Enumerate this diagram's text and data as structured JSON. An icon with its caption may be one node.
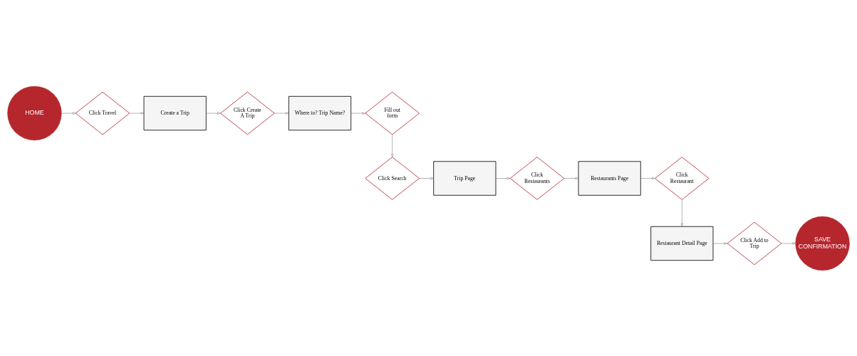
{
  "diagram": {
    "nodes": [
      {
        "text": [
          "HOME"
        ]
      },
      {
        "text": [
          "Click Travel"
        ]
      },
      {
        "text": [
          "Create a Trip"
        ]
      },
      {
        "text": [
          "Click Create A Trip"
        ]
      },
      {
        "text": [
          "Where to? Trip Name?"
        ]
      },
      {
        "text": [
          "Fill out form"
        ]
      },
      {
        "text": [
          "Click Search"
        ]
      },
      {
        "text": [
          "Trip Page"
        ]
      },
      {
        "text": [
          "Click Restaurants"
        ]
      },
      {
        "text": [
          "Restaurants Page"
        ]
      },
      {
        "text": [
          "Click Restaurant"
        ]
      },
      {
        "text": [
          "Restaurant Detail Page"
        ]
      },
      {
        "text": [
          "Click Add to Trip"
        ]
      },
      {
        "text": [
          "SAVE CONFIRMATION"
        ]
      }
    ],
    "edges": [
      {
        "from": 0,
        "to": 1,
        "arrow": "to"
      },
      {
        "from": 1,
        "to": 2,
        "arrow": "to"
      },
      {
        "from": 2,
        "to": 3,
        "arrow": "to"
      },
      {
        "from": 3,
        "to": 4,
        "arrow": "to"
      },
      {
        "from": 4,
        "to": 5,
        "arrow": "to"
      },
      {
        "from": 5,
        "to": 6,
        "arrow": "to"
      },
      {
        "from": 6,
        "to": 7,
        "arrow": "to"
      },
      {
        "from": 7,
        "to": 8,
        "arrow": "to"
      },
      {
        "from": 8,
        "to": 9,
        "arrow": "to"
      },
      {
        "from": 9,
        "to": 10,
        "arrow": "to"
      },
      {
        "from": 10,
        "to": 11,
        "arrow": "to"
      },
      {
        "from": 11,
        "to": 12,
        "arrow": "to"
      },
      {
        "from": 12,
        "to": 13,
        "arrow": "to"
      }
    ]
  }
}
